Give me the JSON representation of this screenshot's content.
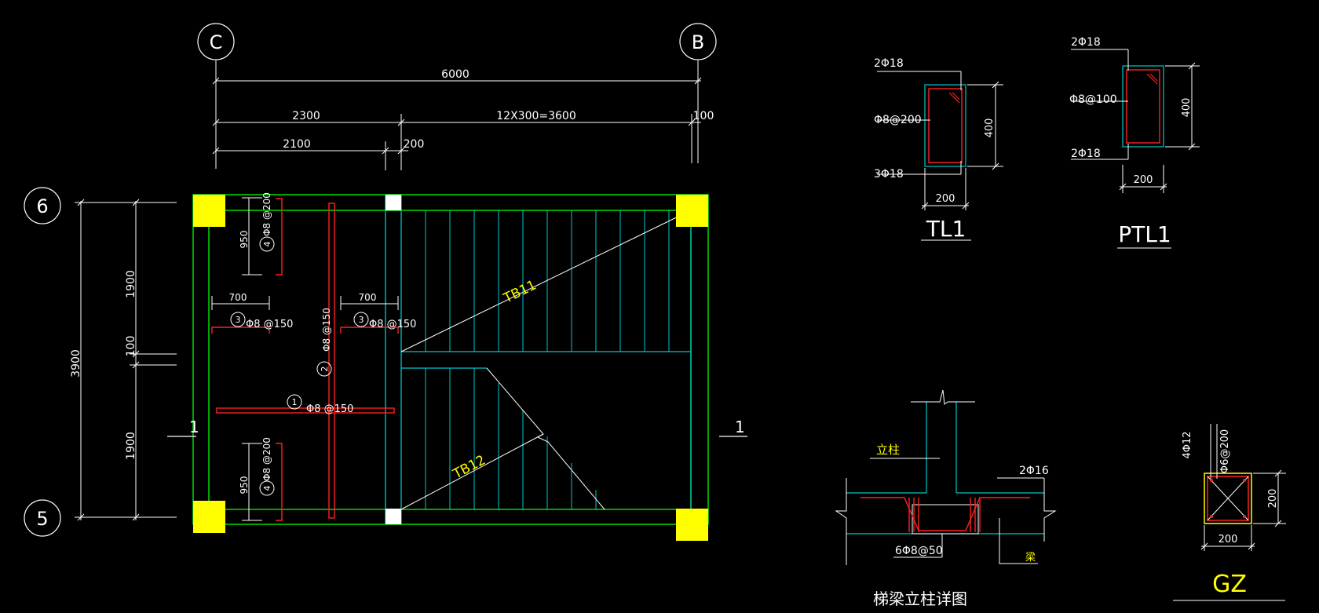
{
  "colors": {
    "background": "#000000",
    "dimension": "#ffffff",
    "beam_outline": "#00ff00",
    "stair_lines": "#00c8c8",
    "rebar": "#ff2020",
    "column_fill": "#ffff00",
    "label_yellow": "#ffff00"
  },
  "plan": {
    "axes": {
      "c": "C",
      "b": "B",
      "six": "6",
      "five": "5"
    },
    "dims_top": {
      "total": "6000",
      "left": "2300",
      "stairs": "12X300=3600",
      "right": "100",
      "inner": "2100",
      "gap": "200"
    },
    "dims_left": {
      "total": "3900",
      "upper": "1900",
      "middle": "100",
      "lower": "1900"
    },
    "section_marks": {
      "left": "1",
      "right": "1"
    },
    "flights": {
      "upper": "TB11",
      "lower": "TB12"
    },
    "rebar_labels": {
      "top_vertical": "Φ8 @200",
      "top_num": "4",
      "top_len": "950",
      "bottom_vertical": "Φ8 @200",
      "bottom_num": "4",
      "bottom_len": "950",
      "left_dim": "700",
      "left_num": "3",
      "left_label": "Φ8 @150",
      "right_dim": "700",
      "right_num": "3",
      "right_label": "Φ8 @150",
      "center_vertical": "Φ8 @150",
      "center_num": "2",
      "horizontal_num": "1",
      "horizontal_label": "Φ8 @150"
    }
  },
  "tl1": {
    "title": "TL1",
    "top_bars": "2Φ18",
    "stirrup": "Φ8@200",
    "bottom_bars": "3Φ18",
    "height": "400",
    "width": "200"
  },
  "ptl1": {
    "title": "PTL1",
    "top_bars": "2Φ18",
    "stirrup": "Φ8@100",
    "bottom_bars": "2Φ18",
    "height": "400",
    "width": "200"
  },
  "detail": {
    "title": "梯梁立柱详图",
    "label_top": "立柱",
    "bars": "2Φ16",
    "stirrup": "6Φ8@50",
    "label_bottom": "梁"
  },
  "gz": {
    "title": "GZ",
    "bars": "4Φ12",
    "stirrup": "Φ6@200",
    "height": "200",
    "width": "200"
  }
}
